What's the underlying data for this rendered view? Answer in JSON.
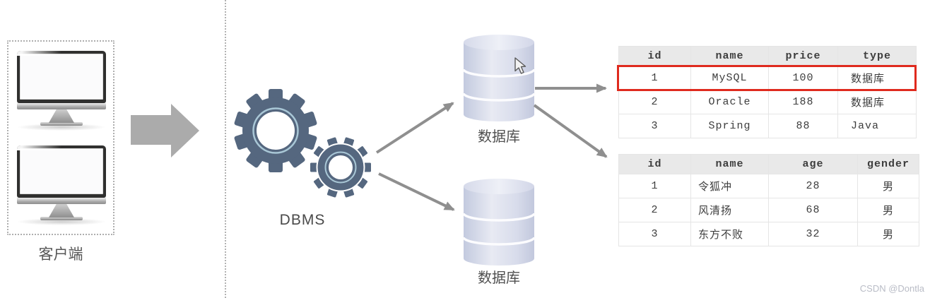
{
  "client": {
    "label": "客户端"
  },
  "dbms_label": "DBMS",
  "db_top_label": "数据库",
  "db_bottom_label": "数据库",
  "tables": {
    "products": {
      "headers": [
        "id",
        "name",
        "price",
        "type"
      ],
      "rows": [
        [
          "1",
          "MySQL",
          "100",
          "数据库"
        ],
        [
          "2",
          "Oracle",
          "188",
          "数据库"
        ],
        [
          "3",
          "Spring",
          "88",
          "Java"
        ]
      ],
      "highlighted_row_index": 0
    },
    "users": {
      "headers": [
        "id",
        "name",
        "age",
        "gender"
      ],
      "rows": [
        [
          "1",
          "令狐冲",
          "28",
          "男"
        ],
        [
          "2",
          "风清扬",
          "68",
          "男"
        ],
        [
          "3",
          "东方不败",
          "32",
          "男"
        ]
      ]
    }
  },
  "watermark": "CSDN @Dontla",
  "colors": {
    "gear": "#55677f",
    "gear_ring": "#a9c7d6",
    "highlight_border": "#df2a1e",
    "arrow": "#8f8f8f",
    "block_arrow": "#ababab",
    "table_header_bg": "#e9e9e9",
    "cylinder": "#c9cfe2"
  }
}
